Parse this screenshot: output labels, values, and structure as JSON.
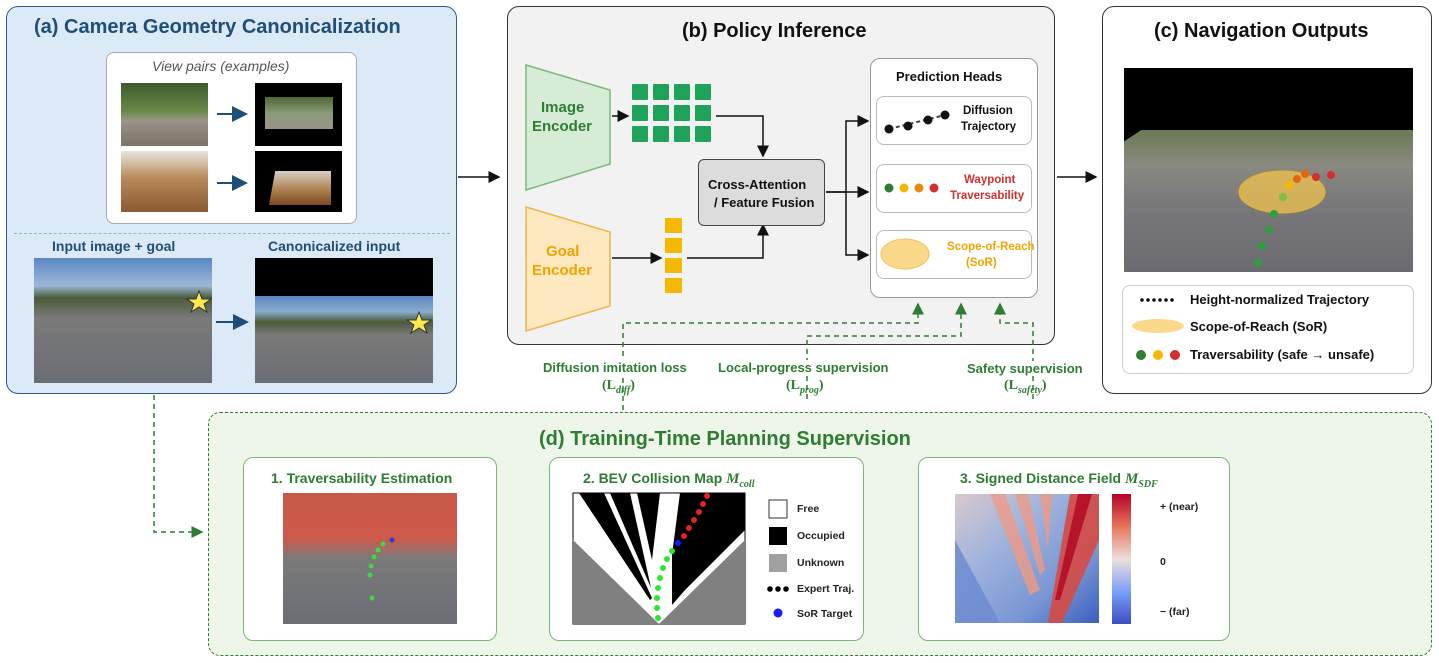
{
  "panel_a": {
    "title": "(a)  Camera Geometry Canonicalization",
    "view_pairs_label": "View pairs (examples)",
    "input_label": "Input image + goal",
    "canon_label": "Canonicalized input"
  },
  "panel_b": {
    "title": "(b) Policy Inference",
    "image_encoder": [
      "Image",
      "Encoder"
    ],
    "goal_encoder": [
      "Goal",
      "Encoder"
    ],
    "fusion": [
      "Cross-Attention",
      "/ Feature Fusion"
    ],
    "heads_title": "Prediction Heads",
    "head_diffusion": [
      "Diffusion",
      "Trajectory"
    ],
    "head_waypoint": [
      "Waypoint",
      "Traversability"
    ],
    "head_sor": [
      "Scope-of-Reach",
      "(SoR)"
    ],
    "loss_diff": "Diffusion imitation loss",
    "loss_diff_sym": "(L",
    "loss_diff_sub": "diff",
    "loss_prog": "Local-progress supervision",
    "loss_prog_sub": "prog",
    "loss_safety": "Safety supervision",
    "loss_safety_sub": "safety"
  },
  "panel_c": {
    "title": "(c) Navigation Outputs",
    "legend": [
      "Height-normalized Trajectory",
      "Scope-of-Reach (SoR)",
      "Traversability (safe → unsafe)"
    ]
  },
  "panel_d": {
    "title": "(d)  Training-Time Planning Supervision",
    "step1": "1. Traversability Estimation",
    "step2": "2. BEV Collision Map",
    "step2_sym": "M",
    "step2_sub": "coll",
    "step3": "3. Signed Distance Field",
    "step3_sym": "M",
    "step3_sub": "SDF",
    "bev_legend": [
      "Free",
      "Occupied",
      "Unknown",
      "Expert Traj.",
      "SoR Target"
    ],
    "sdf_ticks": [
      "+ (near)",
      "0",
      "− (far)"
    ]
  },
  "colors": {
    "panel_a_bg": "#dce9f7",
    "panel_a_title": "#1f4e79",
    "green": "#2e7d32",
    "orange": "#f0a400",
    "red": "#d32f2f",
    "panel_d_bg": "#edf6e9"
  }
}
